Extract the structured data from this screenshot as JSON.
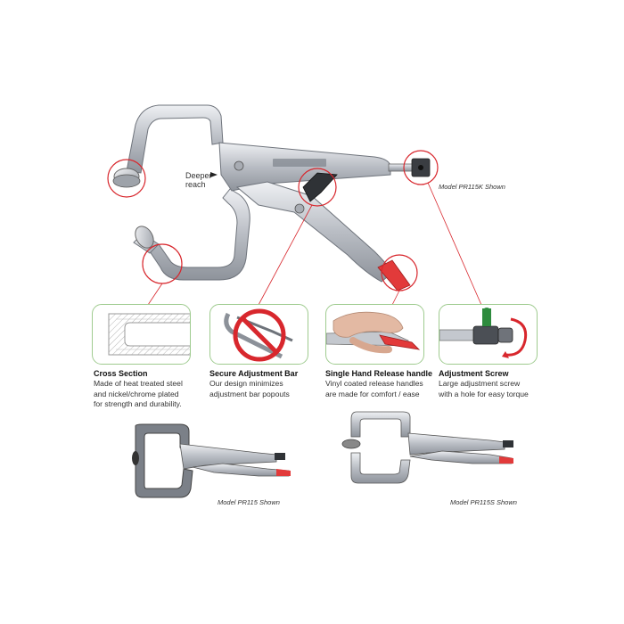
{
  "callouts": {
    "deeper_reach": [
      "Deeper",
      "reach"
    ],
    "model_main": "Model PR115K Shown",
    "model_left": "Model PR115 Shown",
    "model_right": "Model PR115S Shown"
  },
  "features": [
    {
      "title": "Cross Section",
      "lines": [
        "Made of heat treated steel",
        "and nickel/chrome plated",
        "for strength and durability."
      ]
    },
    {
      "title": "Secure Adjustment Bar",
      "lines": [
        "Our design minimizes",
        "adjustment bar popouts"
      ]
    },
    {
      "title": "Single Hand Release handle",
      "lines": [
        "Vinyl coated release handles",
        "are made for comfort / ease"
      ]
    },
    {
      "title": "Adjustment Screw",
      "lines": [
        "Large adjustment screw",
        "with a hole for easy torque"
      ]
    }
  ],
  "colors": {
    "callout_red": "#d8272d",
    "panel_border": "#9fcb8f",
    "handle_red": "#e23a3a",
    "steel": "#c9ccd1"
  }
}
